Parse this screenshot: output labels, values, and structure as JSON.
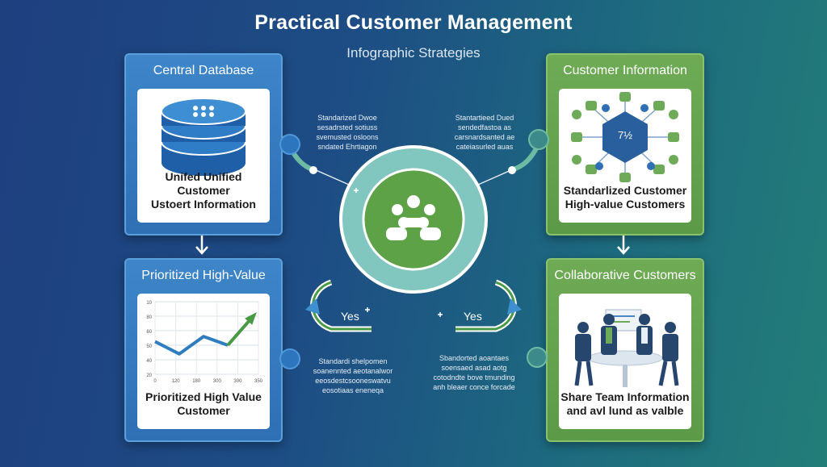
{
  "title": "Practical Customer Management",
  "subtitle": "Infographic Strategies",
  "cards": {
    "central_database": {
      "heading": "Central Database",
      "caption_line1": "Unifed Unified Customer",
      "caption_line2": "Ustoert Information"
    },
    "customer_information": {
      "heading": "Customer Information",
      "badge": "7½",
      "caption_line1": "Standarlized Customer",
      "caption_line2": "High-value Customers"
    },
    "prioritized_high_value": {
      "heading": "Prioritized High-Value",
      "caption_line1": "Prioritized High Value",
      "caption_line2": "Customer"
    },
    "collaborative_customers": {
      "heading": "Collaborative Customers",
      "caption_line1": "Share Team Information",
      "caption_line2": "and avl lund as valble"
    }
  },
  "connectors": {
    "top_left": [
      "Standarized Dwoe",
      "sesadrsted sotiuss",
      "svemusted osloons",
      "sndated Ehrtiagon"
    ],
    "top_right": [
      "Stantartieed Dued",
      "sendedfastoa as",
      "carsnardsanted ae",
      "cateiasurled auas"
    ],
    "bottom_left": [
      "Standardi shelpomen",
      "soanennted aeotanalwor",
      "eeosdestcsooneswatvu",
      "eosotiaas eneneqa"
    ],
    "bottom_right": [
      "Sbandorted aoantaes",
      "soensaed asad aotg",
      "cotodndte bove tmunding",
      "anh bleaer conce forcade"
    ]
  },
  "yes_left": "Yes",
  "yes_right": "Yes",
  "colors": {
    "blue_card": "#3e86c9",
    "green_card": "#6fab55",
    "hub_green": "#5da246",
    "chart_line": "#2f7dc0",
    "chart_arrow": "#4a9a45"
  },
  "chart_data": {
    "type": "line",
    "title": "",
    "xlabel": "",
    "ylabel": "",
    "y_ticks": [
      "10",
      "80",
      "60",
      "50",
      "40",
      "20"
    ],
    "x_ticks": [
      "0",
      "120",
      "180",
      "300",
      "300",
      "350"
    ],
    "series": [
      {
        "values": [
          45,
          28,
          52,
          40,
          78
        ]
      }
    ],
    "ylim": [
      0,
      100
    ],
    "grid": true
  }
}
